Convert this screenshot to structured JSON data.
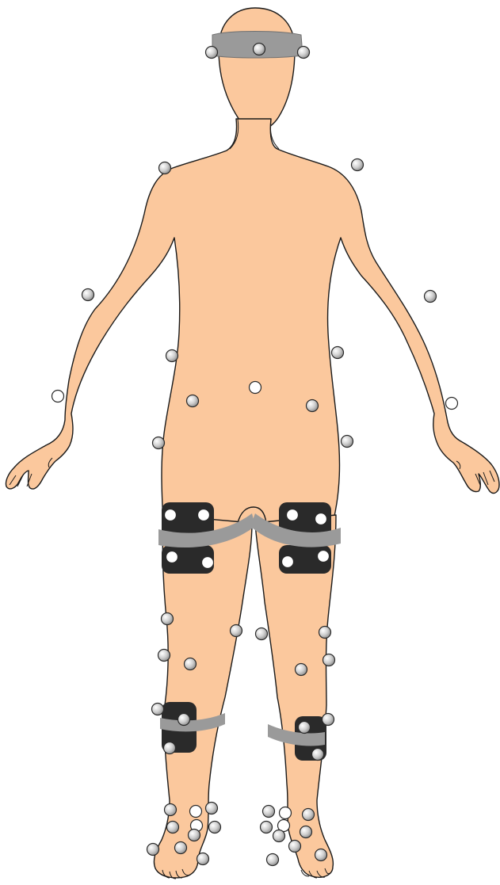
{
  "colors": {
    "background": "#ffffff",
    "skin": "#fbc89d",
    "outline": "#1a1a1a",
    "strap": "#9a9a9a",
    "pad": "#2a2a2a",
    "marker_gray": "#c8c8c8",
    "marker_white": "#ffffff"
  },
  "figure": {
    "view": "anterior",
    "head_band": "strap",
    "thigh_clusters": 2,
    "shank_clusters": 2
  },
  "markers": [
    {
      "id": "head-left",
      "kind": "gray"
    },
    {
      "id": "head-front",
      "kind": "gray"
    },
    {
      "id": "head-right",
      "kind": "gray"
    },
    {
      "id": "shoulder-right",
      "kind": "gray"
    },
    {
      "id": "shoulder-left",
      "kind": "gray"
    },
    {
      "id": "elbow-right",
      "kind": "gray"
    },
    {
      "id": "elbow-left",
      "kind": "gray"
    },
    {
      "id": "wrist-right",
      "kind": "white"
    },
    {
      "id": "wrist-left",
      "kind": "white"
    },
    {
      "id": "waist-right",
      "kind": "gray"
    },
    {
      "id": "waist-left",
      "kind": "gray"
    },
    {
      "id": "sternum-low",
      "kind": "white"
    },
    {
      "id": "asis-right",
      "kind": "gray"
    },
    {
      "id": "asis-left",
      "kind": "gray"
    },
    {
      "id": "trochanter-right",
      "kind": "gray"
    },
    {
      "id": "trochanter-left",
      "kind": "gray"
    },
    {
      "id": "thigh-cluster-right-1",
      "kind": "white"
    },
    {
      "id": "thigh-cluster-right-2",
      "kind": "white"
    },
    {
      "id": "thigh-cluster-right-3",
      "kind": "white"
    },
    {
      "id": "thigh-cluster-right-4",
      "kind": "white"
    },
    {
      "id": "thigh-cluster-left-1",
      "kind": "white"
    },
    {
      "id": "thigh-cluster-left-2",
      "kind": "white"
    },
    {
      "id": "thigh-cluster-left-3",
      "kind": "white"
    },
    {
      "id": "thigh-cluster-left-4",
      "kind": "white"
    },
    {
      "id": "thigh-lateral-right",
      "kind": "gray"
    },
    {
      "id": "thigh-medial-right",
      "kind": "gray"
    },
    {
      "id": "thigh-medial-left",
      "kind": "gray"
    },
    {
      "id": "thigh-lateral-left",
      "kind": "gray"
    },
    {
      "id": "knee-lateral-right",
      "kind": "gray"
    },
    {
      "id": "knee-front-right",
      "kind": "gray"
    },
    {
      "id": "knee-front-left",
      "kind": "gray"
    },
    {
      "id": "knee-lateral-left",
      "kind": "gray"
    },
    {
      "id": "shank-cluster-right-1",
      "kind": "gray"
    },
    {
      "id": "shank-cluster-right-2",
      "kind": "gray"
    },
    {
      "id": "shank-cluster-right-3",
      "kind": "gray"
    },
    {
      "id": "shank-cluster-left-1",
      "kind": "gray"
    },
    {
      "id": "shank-cluster-left-2",
      "kind": "gray"
    },
    {
      "id": "shank-cluster-left-3",
      "kind": "gray"
    },
    {
      "id": "ankle-lat-right",
      "kind": "gray"
    },
    {
      "id": "ankle-front-right-1",
      "kind": "white"
    },
    {
      "id": "ankle-med-right",
      "kind": "gray"
    },
    {
      "id": "ankle-med-left",
      "kind": "gray"
    },
    {
      "id": "ankle-front-left-1",
      "kind": "white"
    },
    {
      "id": "ankle-lat-left",
      "kind": "gray"
    },
    {
      "id": "foot-right-1",
      "kind": "gray"
    },
    {
      "id": "foot-right-2",
      "kind": "white"
    },
    {
      "id": "foot-right-3",
      "kind": "gray"
    },
    {
      "id": "foot-right-4",
      "kind": "gray"
    },
    {
      "id": "foot-left-1",
      "kind": "gray"
    },
    {
      "id": "foot-left-2",
      "kind": "white"
    },
    {
      "id": "foot-left-3",
      "kind": "gray"
    },
    {
      "id": "foot-left-4",
      "kind": "gray"
    },
    {
      "id": "toe-right-1",
      "kind": "gray"
    },
    {
      "id": "toe-right-2",
      "kind": "gray"
    },
    {
      "id": "toe-right-3",
      "kind": "gray"
    },
    {
      "id": "toe-left-1",
      "kind": "gray"
    },
    {
      "id": "toe-left-2",
      "kind": "gray"
    },
    {
      "id": "toe-left-3",
      "kind": "gray"
    }
  ]
}
